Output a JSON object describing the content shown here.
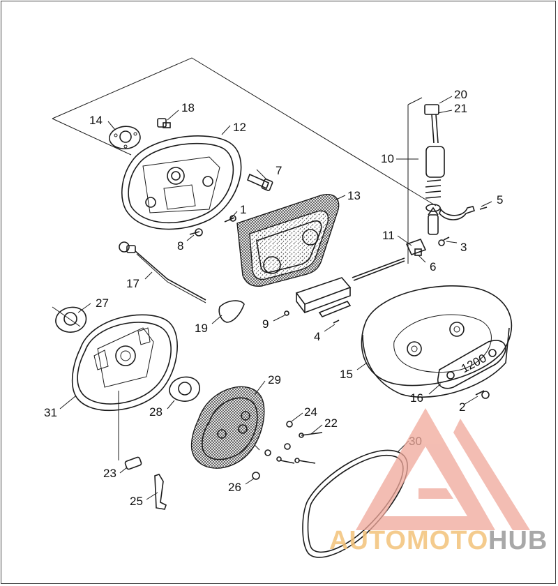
{
  "diagram": {
    "callouts": [
      "1",
      "2",
      "3",
      "4",
      "5",
      "6",
      "7",
      "8",
      "9",
      "10",
      "11",
      "12",
      "13",
      "14",
      "15",
      "16",
      "17",
      "18",
      "19",
      "20",
      "21",
      "22",
      "23",
      "24",
      "25",
      "26",
      "27",
      "28",
      "29",
      "30",
      "31"
    ],
    "cover_badge": "1200"
  },
  "watermark": {
    "brand_part1": "AUTOMOTO",
    "brand_part2": "HUB",
    "color_primary": "#f0a89a",
    "color_text1": "#f3c27a",
    "color_text2": "#9a9a9a"
  }
}
